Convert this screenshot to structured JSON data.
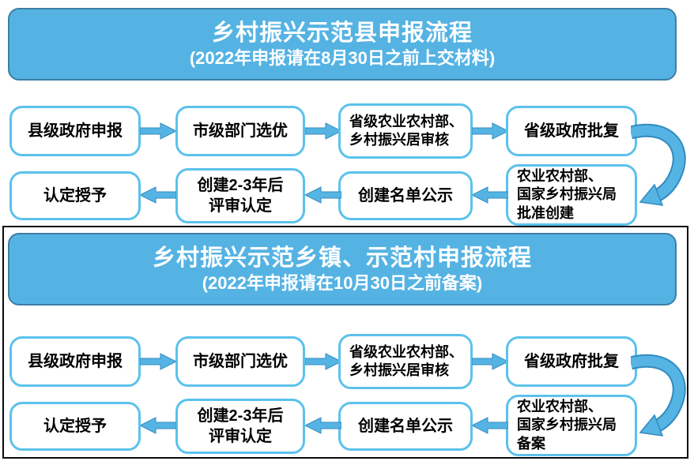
{
  "sections": [
    {
      "banner": {
        "title": "乡村振兴示范县申报流程",
        "subtitle": "(2022年申报请在8月30日之前上交材料)"
      },
      "flow_top": [
        "县级政府申报",
        "市级部门选优",
        "省级农业农村部、\n乡村振兴居审核",
        "省级政府批复"
      ],
      "flow_bottom": [
        "认定授予",
        "创建2-3年后\n评审认定",
        "创建名单公示",
        "农业农村部、\n国家乡村振兴局\n批准创建"
      ]
    },
    {
      "banner": {
        "title": "乡村振兴示范乡镇、示范村申报流程",
        "subtitle": "(2022年申报请在10月30日之前备案)"
      },
      "flow_top": [
        "县级政府申报",
        "市级部门选优",
        "省级农业农村部、\n乡村振兴居审核",
        "省级政府批复"
      ],
      "flow_bottom": [
        "认定授予",
        "创建2-3年后\n评审认定",
        "创建名单公示",
        "农业农村部、\n国家乡村振兴局\n备案"
      ]
    }
  ],
  "colors": {
    "banner_fill": "#55B3E3",
    "banner_border": "#3D7EA6",
    "box_border": "#5BC2EC",
    "arrow_fill": "#56B4E4",
    "arrow_outline": "#318BBE",
    "frame_border": "#0B0B0B",
    "banner_text": "#FFFFFF",
    "box_text": "#000000"
  }
}
